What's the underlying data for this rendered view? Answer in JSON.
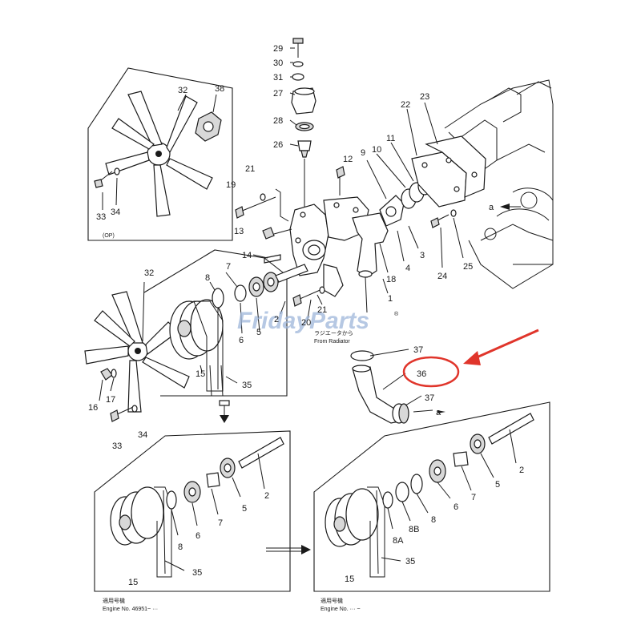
{
  "watermark": {
    "brand": "FridayParts",
    "registered": "®",
    "jp_text": "ラジエータから",
    "from_radiator": "From Radiator"
  },
  "part_labels": {
    "p29": "29",
    "p30": "30",
    "p31": "31",
    "p27": "27",
    "p28": "28",
    "p26": "26",
    "p32_inset": "32",
    "p38": "38",
    "p33_inset": "33",
    "p34_inset": "34",
    "op": "(OP)",
    "p22": "22",
    "p23": "23",
    "p11": "11",
    "p10": "10",
    "p9": "9",
    "p12": "12",
    "p21_top": "21",
    "p19": "19",
    "p13": "13",
    "p14": "14",
    "p3": "3",
    "p4": "4",
    "p18": "18",
    "p1": "1",
    "p24": "24",
    "p25": "25",
    "a_top": "a",
    "p32_main": "32",
    "p7_main": "7",
    "p8_main": "8",
    "p6_main": "6",
    "p5_main": "5",
    "p2_main": "2",
    "p20": "20",
    "p21_main": "21",
    "p15_main": "15",
    "p35_main": "35",
    "p16": "16",
    "p17": "17",
    "p33_main": "33",
    "p34_main": "34",
    "p37_top": "37",
    "p36": "36",
    "p37_bottom": "37",
    "a_bottom": "a",
    "bl_p2": "2",
    "bl_p5": "5",
    "bl_p7": "7",
    "bl_p6": "6",
    "bl_p8": "8",
    "bl_p15": "15",
    "bl_p35": "35",
    "br_p2": "2",
    "br_p5": "5",
    "br_p7": "7",
    "br_p6": "6",
    "br_p8": "8",
    "br_p8b": "8B",
    "br_p8a": "8A",
    "br_p15": "15",
    "br_p35": "35"
  },
  "notes": {
    "bl_jp": "適用号機",
    "bl_engine": "Engine  No. 46951~  ···",
    "br_jp": "適用号機",
    "br_engine": "Engine  No.  ···  ~"
  },
  "highlight": {
    "color": "#e0352b",
    "target_label": "36"
  }
}
